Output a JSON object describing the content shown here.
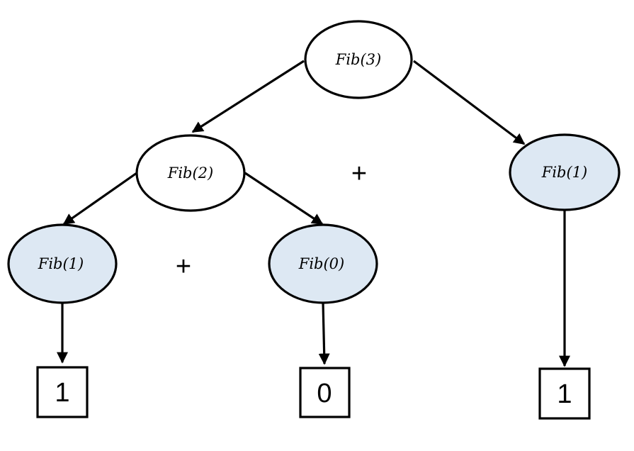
{
  "nodes": {
    "fib3": {
      "label": "Fib(3)"
    },
    "fib2": {
      "label": "Fib(2)"
    },
    "fib1_right": {
      "label": "Fib(1)"
    },
    "fib1_left": {
      "label": "Fib(1)"
    },
    "fib0": {
      "label": "Fib(0)"
    }
  },
  "operators": {
    "plus_top": "+",
    "plus_bottom": "+"
  },
  "results": {
    "result_left": "1",
    "result_middle": "0",
    "result_right": "1"
  },
  "colors": {
    "base_fill": "#dde8f3",
    "internal_fill": "#ffffff",
    "stroke": "#000000"
  }
}
